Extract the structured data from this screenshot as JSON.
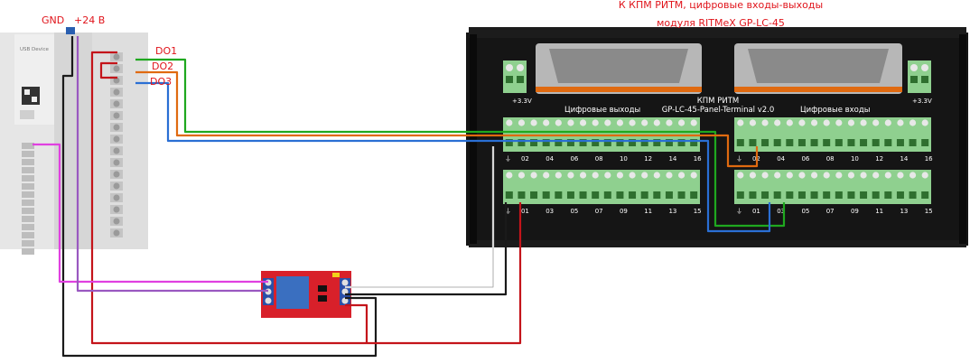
{
  "header": {
    "line1": "К КПМ РИТМ, цифровые входы-выходы",
    "line2": "модуля RITMeX GP-LC-45"
  },
  "plc": {
    "gnd_label": "GND",
    "v24_label": "+24 В",
    "do1_label": "DO1",
    "do2_label": "DO2",
    "do3_label": "DO3",
    "device_text": "USB Device"
  },
  "terminal": {
    "outputs_label": "Цифровые выходы",
    "inputs_label": "Цифровые входы",
    "title1": "КПМ РИТМ",
    "title2": "GP-LC-45-Panel-Terminal v2.0",
    "plus33_left": "+3.3V",
    "plus33_right": "+3.3V",
    "top_left_numbers": [
      "02",
      "04",
      "06",
      "08",
      "10",
      "12",
      "14",
      "16"
    ],
    "bottom_left_numbers": [
      "01",
      "03",
      "05",
      "07",
      "09",
      "11",
      "13",
      "15"
    ],
    "top_right_numbers": [
      "02",
      "04",
      "06",
      "08",
      "10",
      "12",
      "14",
      "16"
    ],
    "bottom_right_numbers": [
      "01",
      "03",
      "05",
      "07",
      "09",
      "11",
      "13",
      "15"
    ]
  },
  "colors": {
    "red_label": "#e0141b",
    "wire_green": "#1fa81f",
    "wire_orange": "#e06a10",
    "wire_blue": "#2a6fd4",
    "wire_red": "#c4141a",
    "wire_black": "#1a1a1a",
    "wire_pink": "#e040e0",
    "wire_purple": "#9a58c0",
    "terminal_green": "#8fd08f",
    "relay_red": "#d8202a"
  }
}
